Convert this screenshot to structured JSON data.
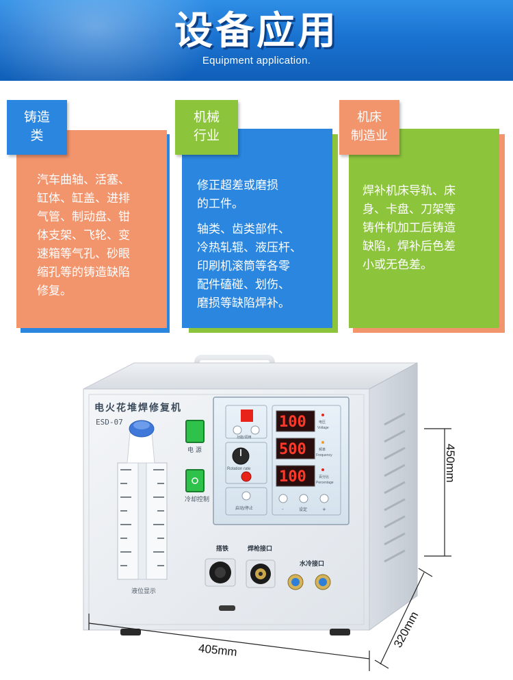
{
  "banner": {
    "title": "设备应用",
    "subtitle": "Equipment application."
  },
  "cards": [
    {
      "tag": [
        "铸造",
        "类"
      ],
      "lines": [
        "汽车曲轴、活塞、",
        "缸体、缸盖、进排",
        "气管、制动盘、钳",
        "体支架、飞轮、变",
        "速箱等气孔、砂眼",
        "缩孔等的铸造缺陷",
        "修复。"
      ],
      "tag_color": "#2a86df",
      "body_color": "#f2946c"
    },
    {
      "tag": [
        "机械",
        "行业"
      ],
      "lines_a": [
        "修正超差或磨损",
        "的工件。"
      ],
      "lines_b": [
        "轴类、齿类部件、",
        "冷热轧辊、液压杆、",
        "印刷机滚筒等各零",
        "配件磕碰、划伤、",
        "磨损等缺陷焊补。"
      ],
      "tag_color": "#8cc43c",
      "body_color": "#2a86df"
    },
    {
      "tag": [
        "机床",
        "制造业"
      ],
      "lines": [
        "焊补机床导轨、床",
        "身、卡盘、刀架等",
        "铸件机加工后铸造",
        "缺陷，焊补后色差",
        "小或无色差。"
      ],
      "tag_color": "#f2946c",
      "body_color": "#8cc43c"
    }
  ],
  "machine": {
    "name": "电火花堆焊修复机",
    "model": "ESD-07",
    "power_label": "电 源",
    "cooling_label": "冷却控制",
    "level_label": "液位显示",
    "display_values": [
      "100",
      "500",
      "100"
    ],
    "display_labels": [
      {
        "cn": "电压",
        "en": "Voltage"
      },
      {
        "cn": "频率",
        "en": "Frequency"
      },
      {
        "cn": "百分比",
        "en": "Percentage"
      }
    ],
    "rotation_label": "Rotation rate",
    "switch_label": "功能/调用",
    "start_label": "启动/停止",
    "set_labels": [
      "-",
      "设定",
      "+"
    ],
    "port_labels": [
      "搭铁",
      "焊枪接口",
      "水冷接口"
    ]
  },
  "dimensions": {
    "height": "450mm",
    "width": "405mm",
    "depth": "320mm"
  }
}
